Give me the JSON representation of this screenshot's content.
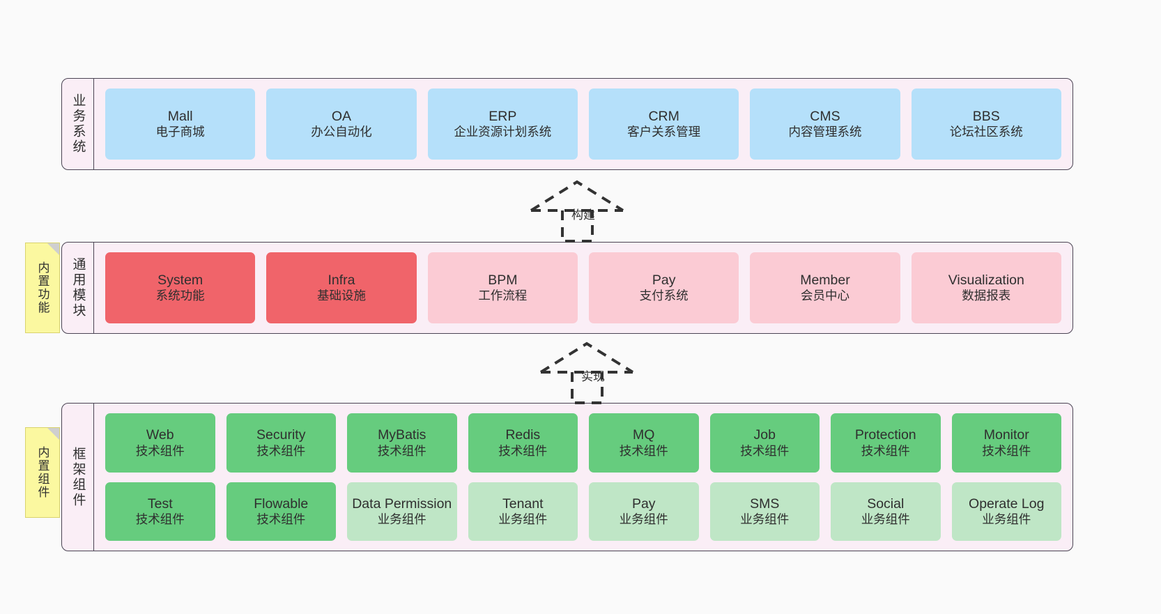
{
  "diagram": {
    "background_color": "#fafafa",
    "band_fill": "#faeef6",
    "band_border": "#4a4453"
  },
  "layers": [
    {
      "id": "business",
      "title": "业务系统",
      "fill": "#b5e0fa",
      "rows": [
        {
          "cards": [
            {
              "title": "Mall",
              "sub": "电子商城",
              "fill": "#b5e0fa"
            },
            {
              "title": "OA",
              "sub": "办公自动化",
              "fill": "#b5e0fa"
            },
            {
              "title": "ERP",
              "sub": "企业资源计划系统",
              "fill": "#b5e0fa"
            },
            {
              "title": "CRM",
              "sub": "客户关系管理",
              "fill": "#b5e0fa"
            },
            {
              "title": "CMS",
              "sub": "内容管理系统",
              "fill": "#b5e0fa"
            },
            {
              "title": "BBS",
              "sub": "论坛社区系统",
              "fill": "#b5e0fa"
            }
          ]
        }
      ]
    },
    {
      "id": "modules",
      "title": "通用模块",
      "note": "内置功能",
      "rows": [
        {
          "cards": [
            {
              "title": "System",
              "sub": "系统功能",
              "fill": "#f0646a"
            },
            {
              "title": "Infra",
              "sub": "基础设施",
              "fill": "#f0646a"
            },
            {
              "title": "BPM",
              "sub": "工作流程",
              "fill": "#fbcbd4"
            },
            {
              "title": "Pay",
              "sub": "支付系统",
              "fill": "#fbcbd4"
            },
            {
              "title": "Member",
              "sub": "会员中心",
              "fill": "#fbcbd4"
            },
            {
              "title": "Visualization",
              "sub": "数据报表",
              "fill": "#fbcbd4"
            }
          ]
        }
      ]
    },
    {
      "id": "framework",
      "title": "框架组件",
      "note": "内置组件",
      "rows": [
        {
          "cards": [
            {
              "title": "Web",
              "sub": "技术组件",
              "fill": "#66cc7e"
            },
            {
              "title": "Security",
              "sub": "技术组件",
              "fill": "#66cc7e"
            },
            {
              "title": "MyBatis",
              "sub": "技术组件",
              "fill": "#66cc7e"
            },
            {
              "title": "Redis",
              "sub": "技术组件",
              "fill": "#66cc7e"
            },
            {
              "title": "MQ",
              "sub": "技术组件",
              "fill": "#66cc7e"
            },
            {
              "title": "Job",
              "sub": "技术组件",
              "fill": "#66cc7e"
            },
            {
              "title": "Protection",
              "sub": "技术组件",
              "fill": "#66cc7e"
            },
            {
              "title": "Monitor",
              "sub": "技术组件",
              "fill": "#66cc7e"
            }
          ]
        },
        {
          "cards": [
            {
              "title": "Test",
              "sub": "技术组件",
              "fill": "#66cc7e"
            },
            {
              "title": "Flowable",
              "sub": "技术组件",
              "fill": "#66cc7e"
            },
            {
              "title": "Data Permission",
              "sub": "业务组件",
              "fill": "#bfe6c6"
            },
            {
              "title": "Tenant",
              "sub": "业务组件",
              "fill": "#bfe6c6"
            },
            {
              "title": "Pay",
              "sub": "业务组件",
              "fill": "#bfe6c6"
            },
            {
              "title": "SMS",
              "sub": "业务组件",
              "fill": "#bfe6c6"
            },
            {
              "title": "Social",
              "sub": "业务组件",
              "fill": "#bfe6c6"
            },
            {
              "title": "Operate Log",
              "sub": "业务组件",
              "fill": "#bfe6c6"
            }
          ]
        }
      ]
    }
  ],
  "connectors": [
    {
      "id": "build",
      "label": "构建",
      "style": "dashed-generalization-up"
    },
    {
      "id": "implement",
      "label": "实现",
      "style": "dashed-generalization-up"
    }
  ]
}
